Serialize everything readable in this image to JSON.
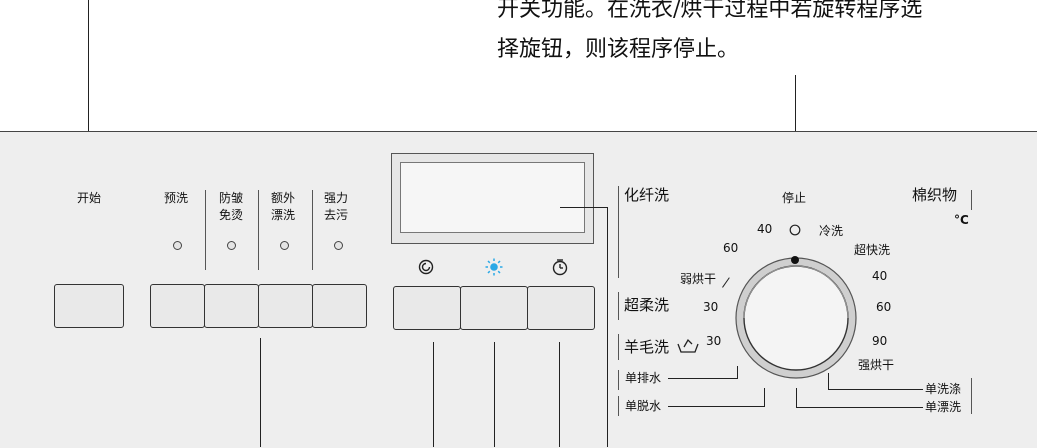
{
  "caption": {
    "line1": "开关功能。在洗衣/烘干过程中若旋转程序选",
    "line2": "择旋钮，则该程序停止。"
  },
  "buttons_left": {
    "start": "开始",
    "prewash": "预洗",
    "anti_wrinkle_line1": "防皱",
    "anti_wrinkle_line2": "免烫",
    "extra_rinse_line1": "额外",
    "extra_rinse_line2": "漂洗",
    "intensive_line1": "强力",
    "intensive_line2": "去污"
  },
  "icons": {
    "left": "spin-speed-icon",
    "middle": "temperature-sun-icon",
    "right": "delay-timer-icon",
    "middle_color": "#2aa8e6"
  },
  "dial": {
    "stop": "停止",
    "synthetic": "化纤洗",
    "cotton": "棉织物",
    "celsius": "°C",
    "temp_40_left": "40",
    "cold_wash": "冷洗",
    "temp_60_left": "60",
    "super_quick": "超快洗",
    "weak_dry": "弱烘干",
    "temp_40_right": "40",
    "super_soft": "超柔洗",
    "temp_30_soft": "30",
    "temp_60_right": "60",
    "wool": "羊毛洗",
    "temp_30_wool": "30",
    "temp_90": "90",
    "strong_dry": "强烘干",
    "drain_only": "单排水",
    "spin_only": "单脱水",
    "wash_only": "单洗涤",
    "rinse_only": "单漂洗"
  }
}
